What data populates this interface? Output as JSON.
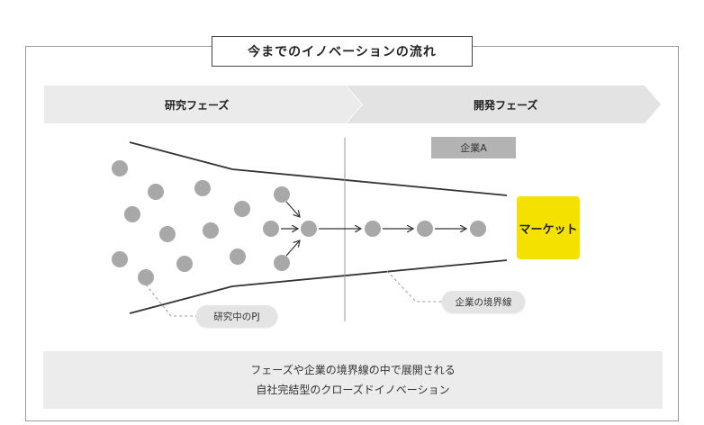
{
  "title": "今までのイノベーションの流れ",
  "phases": {
    "research": "研究フェーズ",
    "development": "開発フェーズ"
  },
  "company_label": "企業A",
  "market_label": "マーケット",
  "callouts": {
    "projects": "研究中のPJ",
    "boundary": "企業の境界線"
  },
  "caption": {
    "line1": "フェーズや企業の境界線の中で展開される",
    "line2": "自社完結型のクローズドイノベーション"
  },
  "colors": {
    "market": "#f4e100",
    "dots": "#a8a8a8",
    "phase_band": "#ebebeb"
  }
}
